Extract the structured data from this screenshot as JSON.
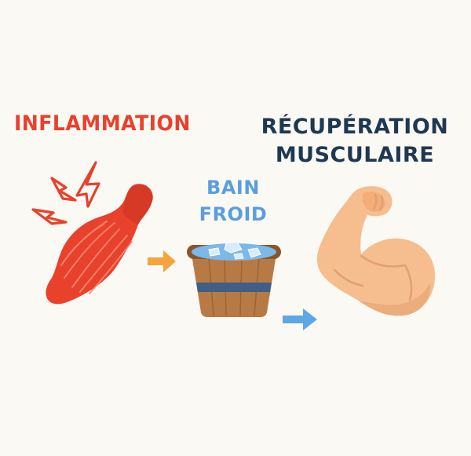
{
  "labels": {
    "inflammation": "INFLAMMATION",
    "bain_line1": "BAIN",
    "bain_line2": "FROID",
    "recup_line1": "RÉCUPÉRATION",
    "recup_line2": "MUSCULAIRE"
  },
  "colors": {
    "background": "#fbf9f4",
    "inflammation": "#e8412c",
    "cold": "#5b9ede",
    "recovery": "#1f3852",
    "muscle_red": "#e8412c",
    "muscle_red_dark": "#c8331f",
    "arrow_orange": "#f4a43c",
    "arrow_blue": "#5ea7e6",
    "wood": "#b87a45",
    "wood_dark": "#8a5528",
    "band": "#3f5f86",
    "water": "#7cb8ea",
    "ice": "#d8ecfb",
    "skin": "#f6bd8e",
    "skin_shade": "#e39f6f"
  },
  "icons": [
    "lightning-bolt-icon",
    "inflamed-muscle-icon",
    "arrow-right-icon",
    "ice-bath-tub-icon",
    "flexed-bicep-icon"
  ]
}
